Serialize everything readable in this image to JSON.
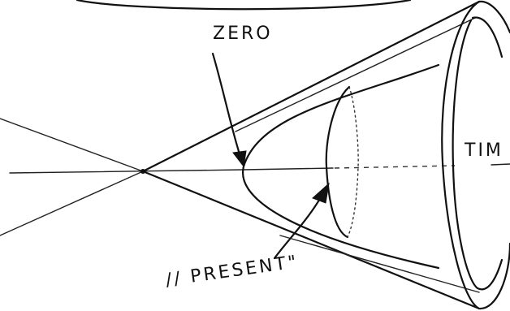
{
  "labels": {
    "zero": "ZERO",
    "present": "// PRESENT\"",
    "time": "TIM"
  }
}
